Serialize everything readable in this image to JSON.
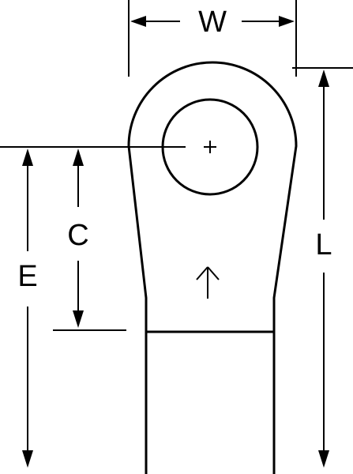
{
  "diagram": {
    "labels": {
      "width": "W",
      "length": "L",
      "center_to_end": "C",
      "overall_edge": "E"
    },
    "colors": {
      "line": "#000000",
      "background": "#ffffff"
    },
    "symbols": {
      "center_mark": "plus-mark",
      "direction": "up-arrow"
    }
  }
}
